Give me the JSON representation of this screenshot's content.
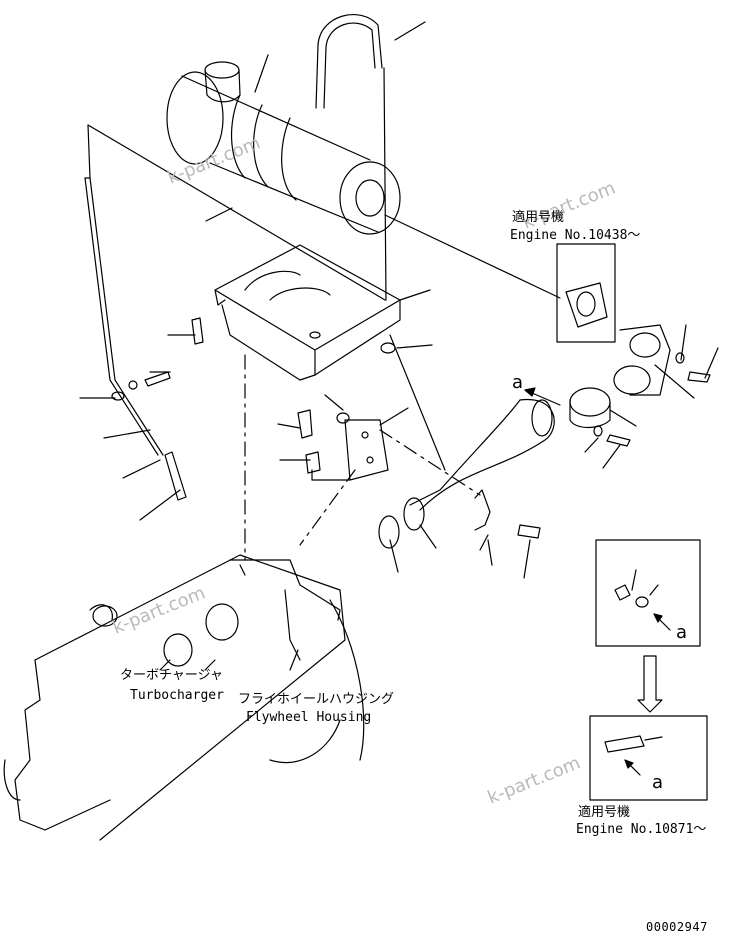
{
  "watermark": "k-part.com",
  "labels": {
    "turbocharger_jp": "ターボチャージャ",
    "turbocharger_en": "Turbocharger",
    "flywheel_jp": "フライホイールハウジング",
    "flywheel_en": "Flywheel Housing",
    "applicable_jp_1": "適用号機",
    "engine_no_1": "Engine No.10438～",
    "applicable_jp_2": "適用号機",
    "engine_no_2": "Engine No.10871～",
    "ref_a_main": "a",
    "ref_a_inset1": "a",
    "ref_a_inset2": "a",
    "drawing_no": "00002947"
  }
}
